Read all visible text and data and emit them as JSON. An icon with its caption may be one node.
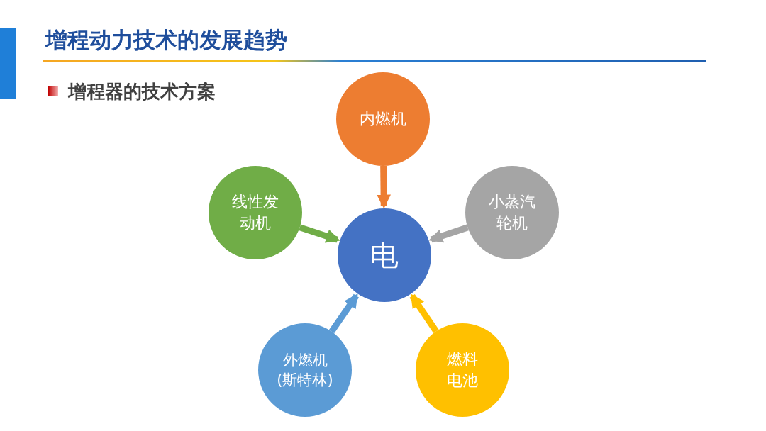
{
  "diagram": {
    "title": "增程动力技术的发展趋势",
    "nodes": [
      {
        "text": [
          "电"
        ]
      },
      {
        "text": [
          "内燃机"
        ]
      },
      {
        "text": [
          "小蒸汽轮机"
        ]
      },
      {
        "text": [
          "燃料电池"
        ]
      },
      {
        "text": [
          "外燃机(斯特林)"
        ]
      },
      {
        "text": [
          "线性发动机"
        ]
      }
    ],
    "edges": [
      {
        "from": 1,
        "to": 0,
        "arrow": "to",
        "color": "#ed7d31"
      },
      {
        "from": 2,
        "to": 0,
        "arrow": "to",
        "color": "#a5a5a5"
      },
      {
        "from": 3,
        "to": 0,
        "arrow": "to",
        "color": "#ffc000"
      },
      {
        "from": 4,
        "to": 0,
        "arrow": "to",
        "color": "#5b9bd5"
      },
      {
        "from": 5,
        "to": 0,
        "arrow": "to",
        "color": "#70ad47"
      }
    ],
    "labels": [
      "增程器的技术方案"
    ]
  }
}
